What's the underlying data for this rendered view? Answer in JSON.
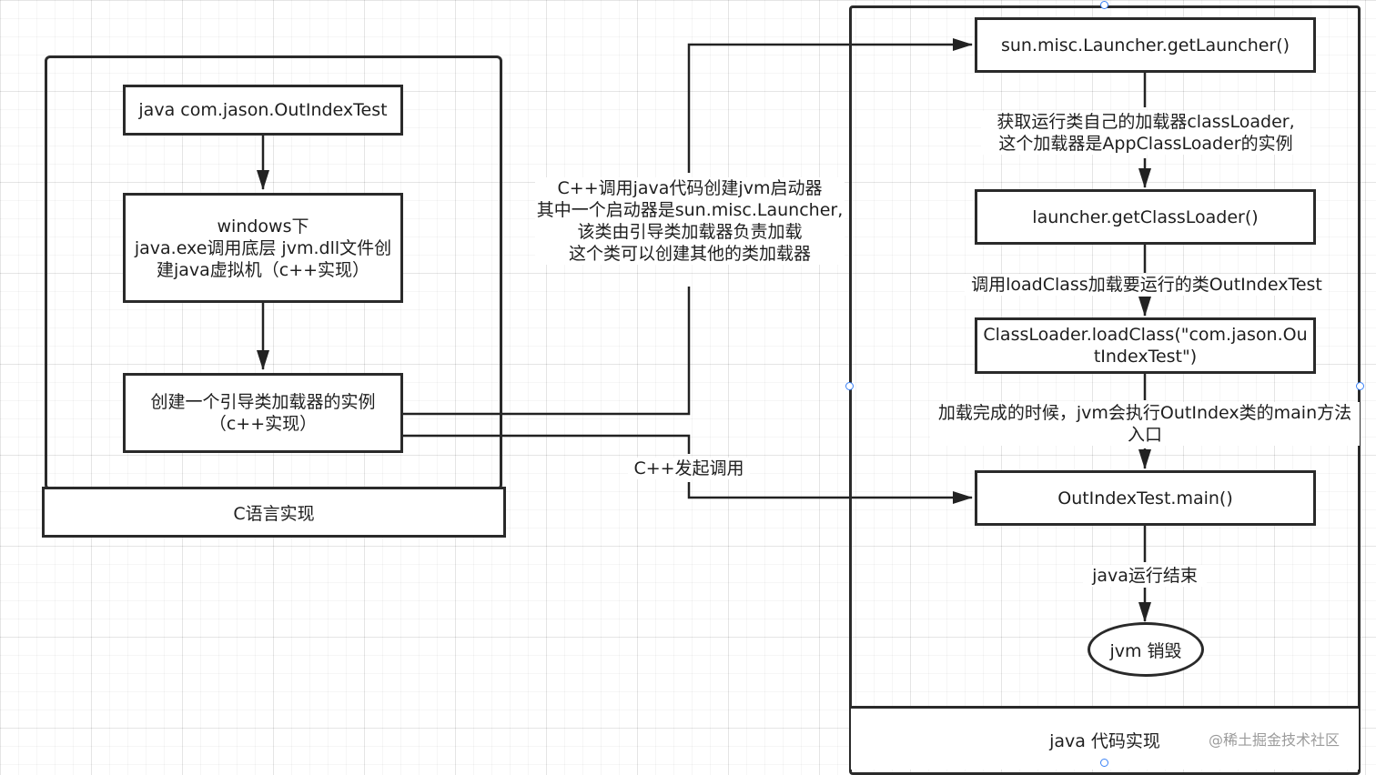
{
  "left_panel": {
    "footer": "C语言实现",
    "nodes": {
      "cmd": "java  com.jason.OutIndexTest",
      "windows": "windows下\njava.exe调用底层 jvm.dll文件创\n建java虚拟机（c++实现）",
      "bootstrap": "创建一个引导类加载器的实例\n（c++实现）"
    }
  },
  "middle_labels": {
    "launcher_note": "C++调用java代码创建jvm启动器\n其中一个启动器是sun.misc.Launcher,\n该类由引导类加载器负责加载\n这个类可以创建其他的类加载器",
    "invoke_note": "C++发起调用"
  },
  "right_panel": {
    "footer": "java 代码实现",
    "nodes": {
      "get_launcher": "sun.misc.Launcher.getLauncher()",
      "get_classloader": "launcher.getClassLoader()",
      "load_class": "ClassLoader.loadClass(\"com.jason.Ou\ntIndexTest\")",
      "main": "OutIndexTest.main()",
      "destroy": "jvm 销毁"
    },
    "edge_labels": {
      "e1": "获取运行类自己的加载器classLoader,\n这个加载器是AppClassLoader的实例",
      "e2": "调用loadClass加载要运行的类OutIndexTest",
      "e3": "加载完成的时候，jvm会执行OutIndex类的main方法\n入口",
      "e4": "java运行结束"
    }
  },
  "watermark": "@稀土掘金技术社区",
  "colors": {
    "stroke": "#2a2a2a",
    "selection_handle": "#3b82f6",
    "grid": "#e6e6e6"
  }
}
